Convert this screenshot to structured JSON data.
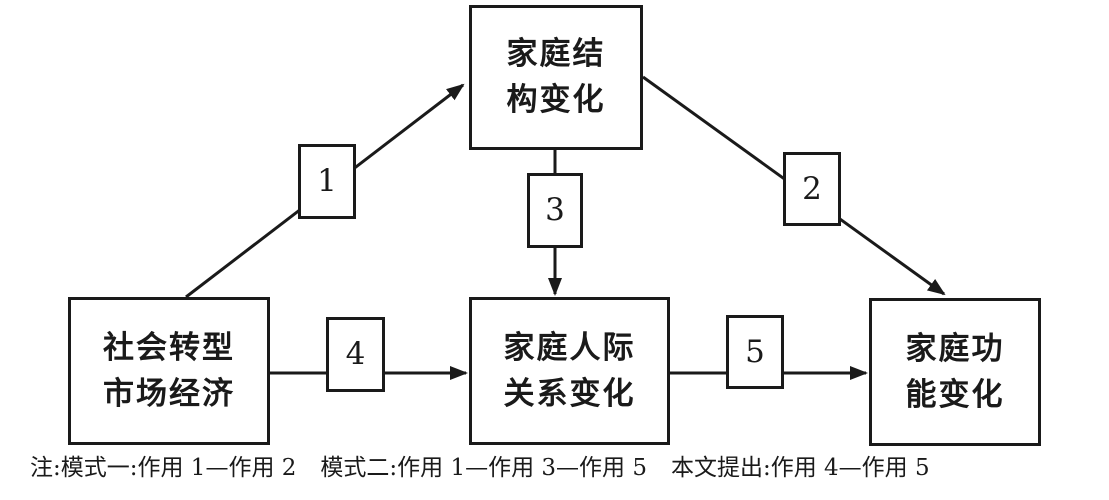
{
  "colors": {
    "background": "#ffffff",
    "line": "#1a1a1a",
    "text": "#1a1a1a"
  },
  "diagram": {
    "nodes": [
      {
        "id": "family-structure-change",
        "lines": [
          "家庭结",
          "构变化"
        ]
      },
      {
        "id": "social-transition-market-economy",
        "lines": [
          "社会转型",
          "市场经济"
        ]
      },
      {
        "id": "family-interpersonal-relations-change",
        "lines": [
          "家庭人际",
          "关系变化"
        ]
      },
      {
        "id": "family-function-change",
        "lines": [
          "家庭功",
          "能变化"
        ]
      }
    ],
    "edge_labels": [
      "1",
      "2",
      "3",
      "4",
      "5"
    ],
    "note_segments": [
      "注:模式一:作用 1—作用 2",
      "模式二:作用 1—作用 3—作用 5",
      "本文提出:作用 4—作用 5"
    ]
  }
}
